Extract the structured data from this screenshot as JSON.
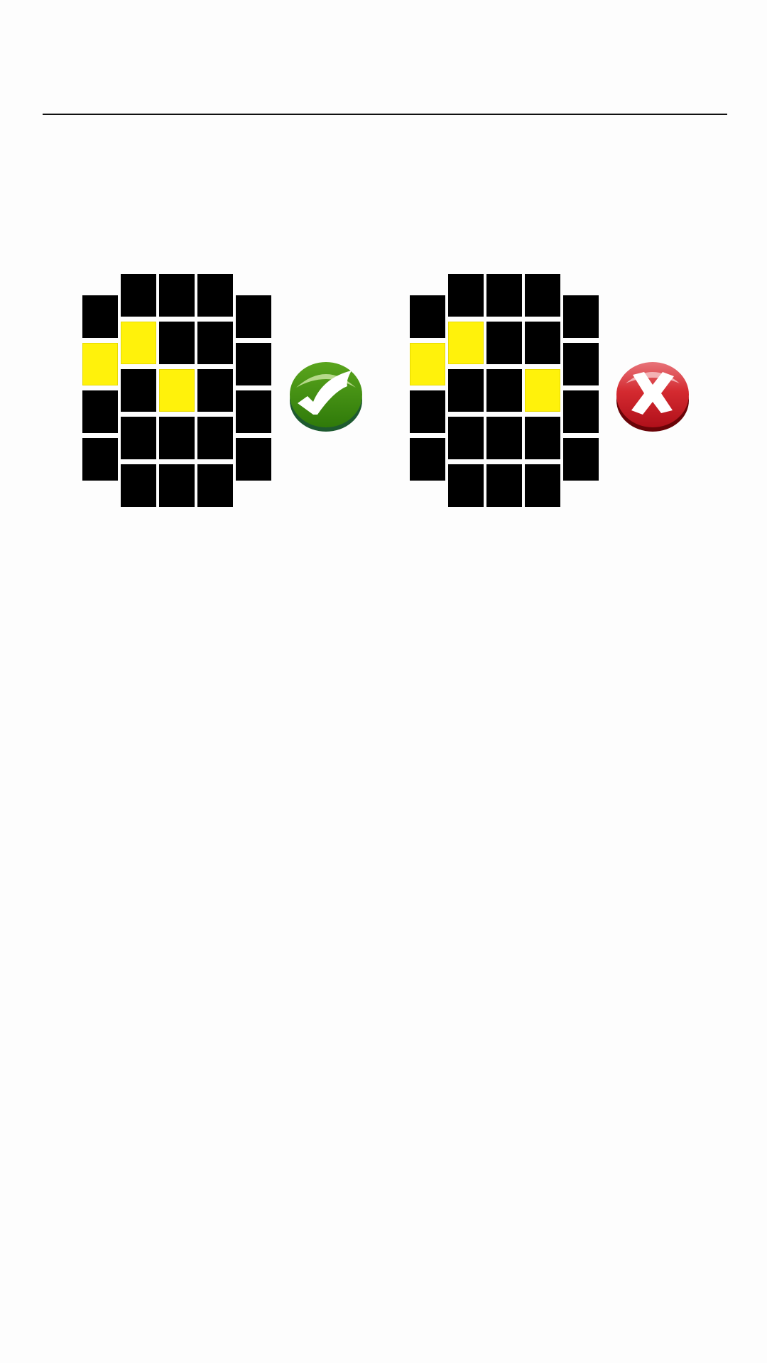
{
  "colors": {
    "background": "#fdfdfd",
    "cell_off": "#000000",
    "cell_on": "#fff20b",
    "correct_green": "#3f8f10",
    "wrong_red": "#c8141c"
  },
  "patterns": [
    {
      "id": "pattern-correct",
      "verdict": "correct",
      "verdict_icon": "checkmark-icon",
      "columns": [
        [
          false,
          true,
          false,
          false
        ],
        [
          false,
          true,
          false,
          false,
          false
        ],
        [
          false,
          false,
          true,
          false,
          false
        ],
        [
          false,
          false,
          false,
          false,
          false
        ],
        [
          false,
          false,
          false,
          false
        ]
      ]
    },
    {
      "id": "pattern-wrong",
      "verdict": "incorrect",
      "verdict_icon": "cross-icon",
      "columns": [
        [
          false,
          true,
          false,
          false
        ],
        [
          false,
          true,
          false,
          false,
          false
        ],
        [
          false,
          false,
          false,
          false,
          false
        ],
        [
          false,
          false,
          true,
          false,
          false
        ],
        [
          false,
          false,
          false,
          false
        ]
      ]
    }
  ]
}
